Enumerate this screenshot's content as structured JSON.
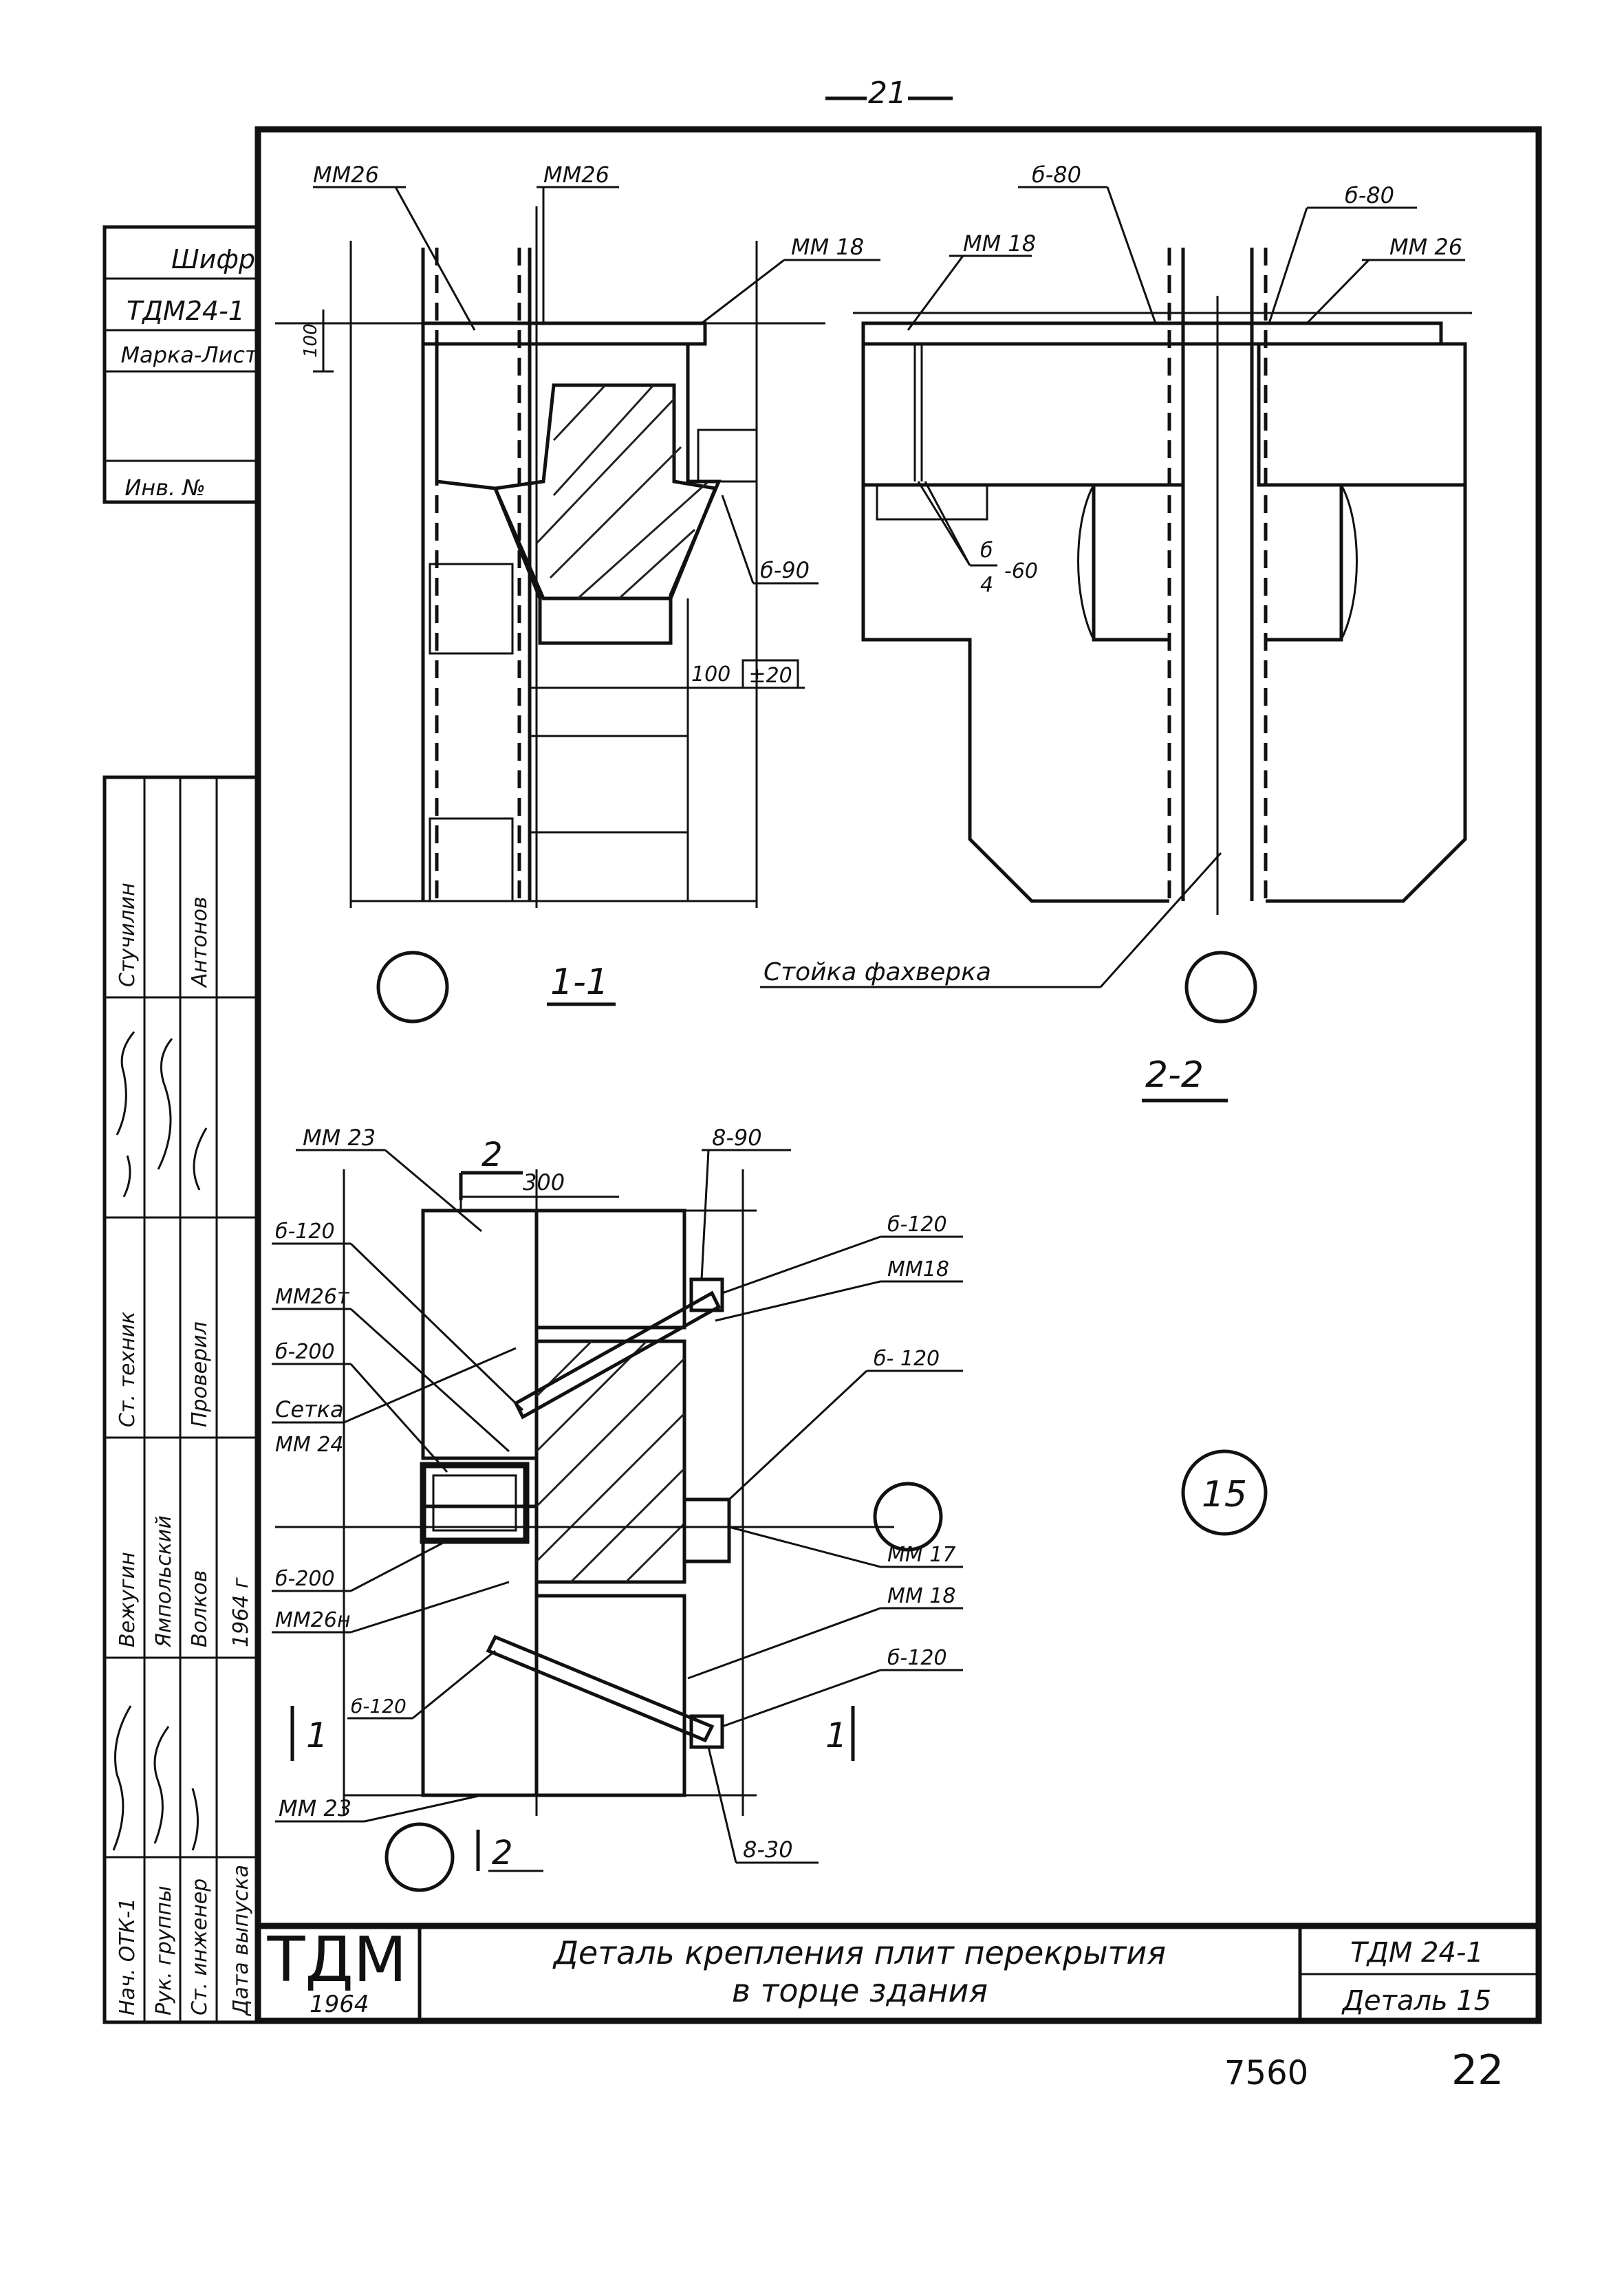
{
  "page_number": "21",
  "side_stamp": {
    "cipher_label": "Шифр",
    "cipher_value": "ТДМ24-1",
    "mark_sheet_label": "Марка-Лист",
    "inv_label": "Инв. №",
    "signature_columns": [
      [
        "Нач. ОТК-1",
        "Рук. группы",
        "Ст. инженер",
        "Дата выпуска"
      ],
      [
        "Вежугин",
        "Ямпольский",
        "Волков",
        "1964 г"
      ],
      [
        "Ст. техник",
        "Проверил"
      ],
      [
        "Стучилин",
        "Антонов"
      ]
    ]
  },
  "labels": {
    "mm26_top_a": "ММ26",
    "mm26_top_b": "ММ26",
    "mm18_a": "ММ 18",
    "mm18_b": "ММ 18",
    "b80_a": "б-80",
    "b80_b": "б-80",
    "mm26_right": "ММ 26",
    "b90_a": "б-90",
    "frac_num": "б",
    "frac_den": "4",
    "frac_suffix": "-60",
    "dim_100_top": "100",
    "dim_100": "100",
    "dim_pm20": "±20",
    "section_11": "1-1",
    "section_22": "2-2",
    "post_label": "Стойка фахверка",
    "mm23_top": "ММ 23",
    "mark_2_top": "2",
    "dim_300": "300",
    "b90_b": "8-90",
    "b120_l1": "б-120",
    "b120_r1": "б-120",
    "mm26t": "ММ26т",
    "mm18_r": "ММ18",
    "b200_a": "б-200",
    "setka": "Сетка",
    "mm24": "ММ 24",
    "b120_r2": "б- 120",
    "mm17": "ММ 17",
    "b200_b": "б-200",
    "mm26n": "ММ26н",
    "mm18_r2": "ММ 18",
    "b120_r3": "б-120",
    "b120_l2": "б-120",
    "cut_1_left": "1",
    "cut_1_right": "1",
    "mm23_bottom": "ММ 23",
    "mark_2_bottom": "2",
    "b30": "8-30",
    "detail_number": "15"
  },
  "title_block": {
    "org": "ТДМ",
    "year": "1964",
    "title_line1": "Деталь крепления плит перекрытия",
    "title_line2": "в торце здания",
    "code": "ТДМ 24-1",
    "detail": "Деталь 15"
  },
  "footer": {
    "archive_number": "7560",
    "page": "22"
  }
}
